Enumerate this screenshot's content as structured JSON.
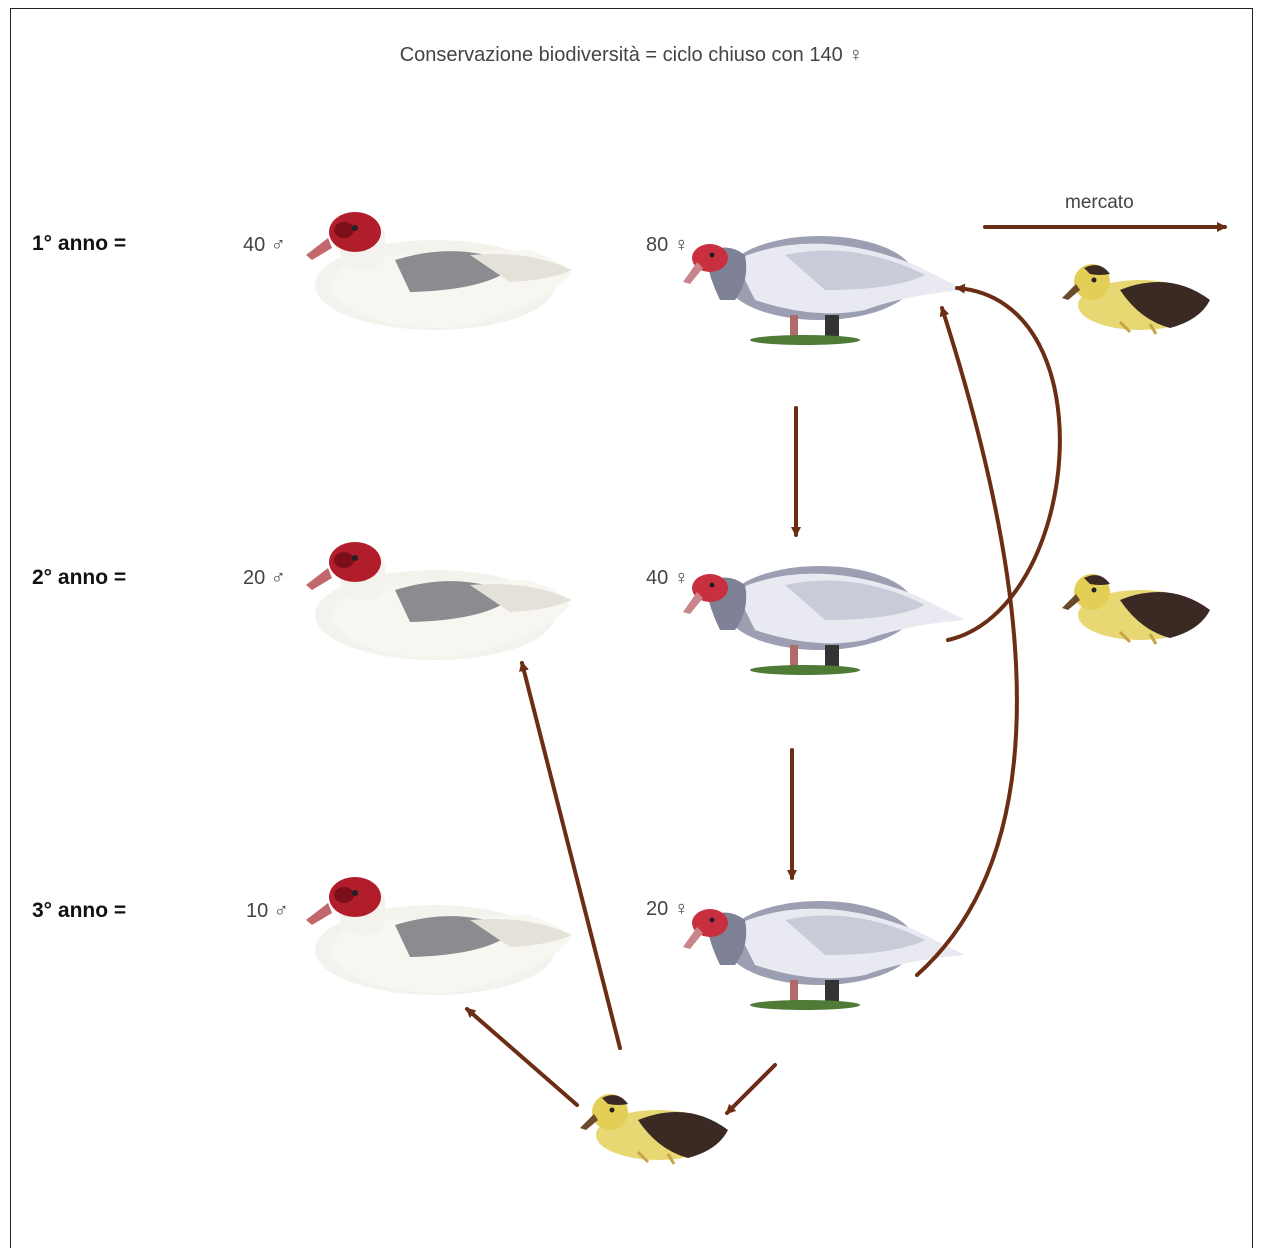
{
  "title": "Conservazione biodiversità = ciclo chiuso con 140 ♀",
  "market_label": "mercato",
  "rows": [
    {
      "label": "1° anno =",
      "males": "40 ♂",
      "females": "80 ♀"
    },
    {
      "label": "2° anno =",
      "males": "20 ♂",
      "females": "40 ♀"
    },
    {
      "label": "3° anno =",
      "males": "10 ♂",
      "females": "20 ♀"
    }
  ],
  "colors": {
    "arrow": "#6b2d14"
  },
  "icons": [
    "male-duck-icon",
    "female-duck-icon",
    "duckling-icon"
  ]
}
